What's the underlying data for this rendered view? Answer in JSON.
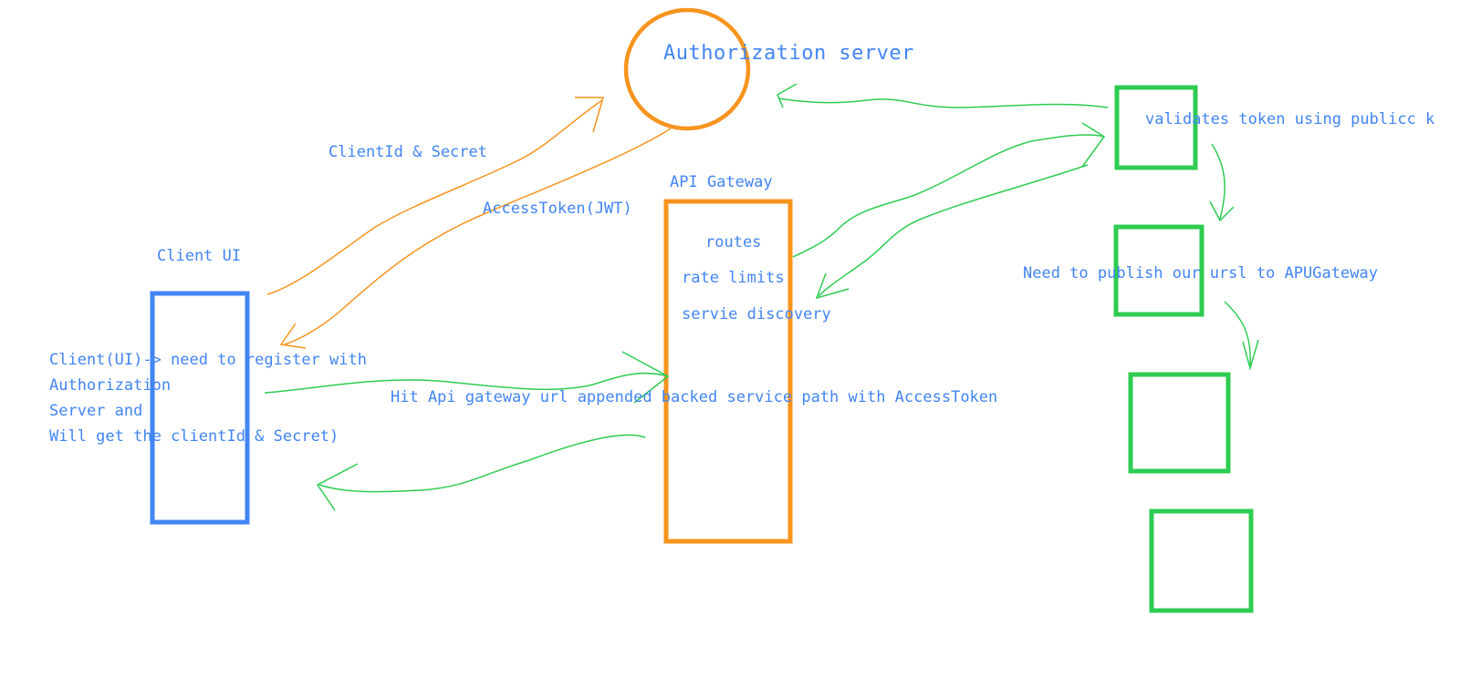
{
  "colors": {
    "client": "#4285f4",
    "gateway": "#f7941d",
    "services": "#2ecc52",
    "text": "#4285f4"
  },
  "labels": {
    "authorization_server": "Authorization server",
    "client_id_secret": "ClientId & Secret",
    "access_token": "AccessToken(JWT)",
    "api_gateway": "API Gateway",
    "client_ui": "Client UI",
    "validates_token": "validates token using publicc k",
    "need_to_publish": "Need to publish our ursl to APUGateway",
    "hit_api_gateway": "Hit Api gateway url appended backed service path with AccessToken"
  },
  "gateway_features": {
    "routes": "routes",
    "rate_limits": "rate limits",
    "service_discovery": "servie discovery"
  },
  "client_note": {
    "line1": "Client(UI)-> need to register with",
    "line2": "Authorization",
    "line3": "Server and",
    "line4": "Will get the clientId & Secret)"
  }
}
